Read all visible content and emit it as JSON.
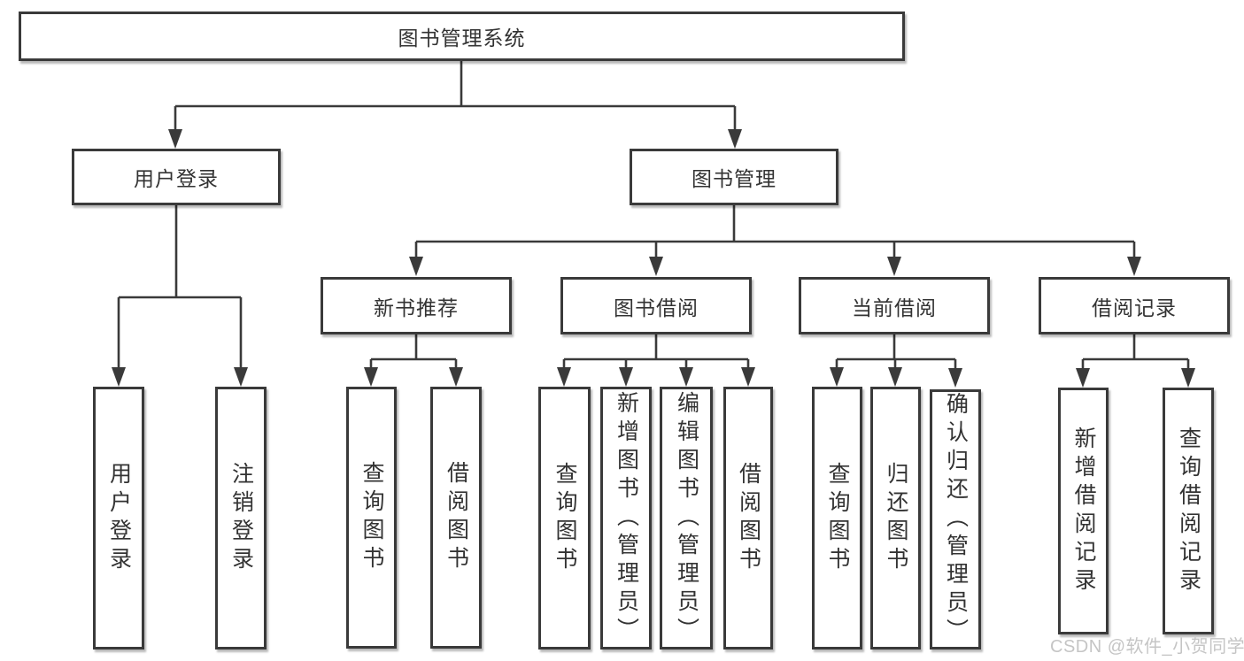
{
  "diagram_title": "图书管理系统",
  "tree": {
    "root": {
      "label": "图书管理系统",
      "children": [
        {
          "label": "用户登录",
          "children": [
            {
              "label": "用户登录"
            },
            {
              "label": "注销登录"
            }
          ]
        },
        {
          "label": "图书管理",
          "children": [
            {
              "label": "新书推荐",
              "children": [
                {
                  "label": "查询图书"
                },
                {
                  "label": "借阅图书"
                }
              ]
            },
            {
              "label": "图书借阅",
              "children": [
                {
                  "label": "查询图书"
                },
                {
                  "label": "新增图书（管理员）"
                },
                {
                  "label": "编辑图书（管理员）"
                },
                {
                  "label": "借阅图书"
                }
              ]
            },
            {
              "label": "当前借阅",
              "children": [
                {
                  "label": "查询图书"
                },
                {
                  "label": "归还图书"
                },
                {
                  "label": "确认归还（管理员）"
                }
              ]
            },
            {
              "label": "借阅记录",
              "children": [
                {
                  "label": "新增借阅记录"
                },
                {
                  "label": "查询借阅记录"
                }
              ]
            }
          ]
        }
      ]
    }
  },
  "watermark": {
    "text": "CSDN @软件_小贺同学"
  },
  "colors": {
    "line": "#3a3a3a",
    "box_border": "#3a3a3a",
    "box_background": "#ffffff",
    "text": "#333333",
    "watermark": "#c5c5c5"
  }
}
